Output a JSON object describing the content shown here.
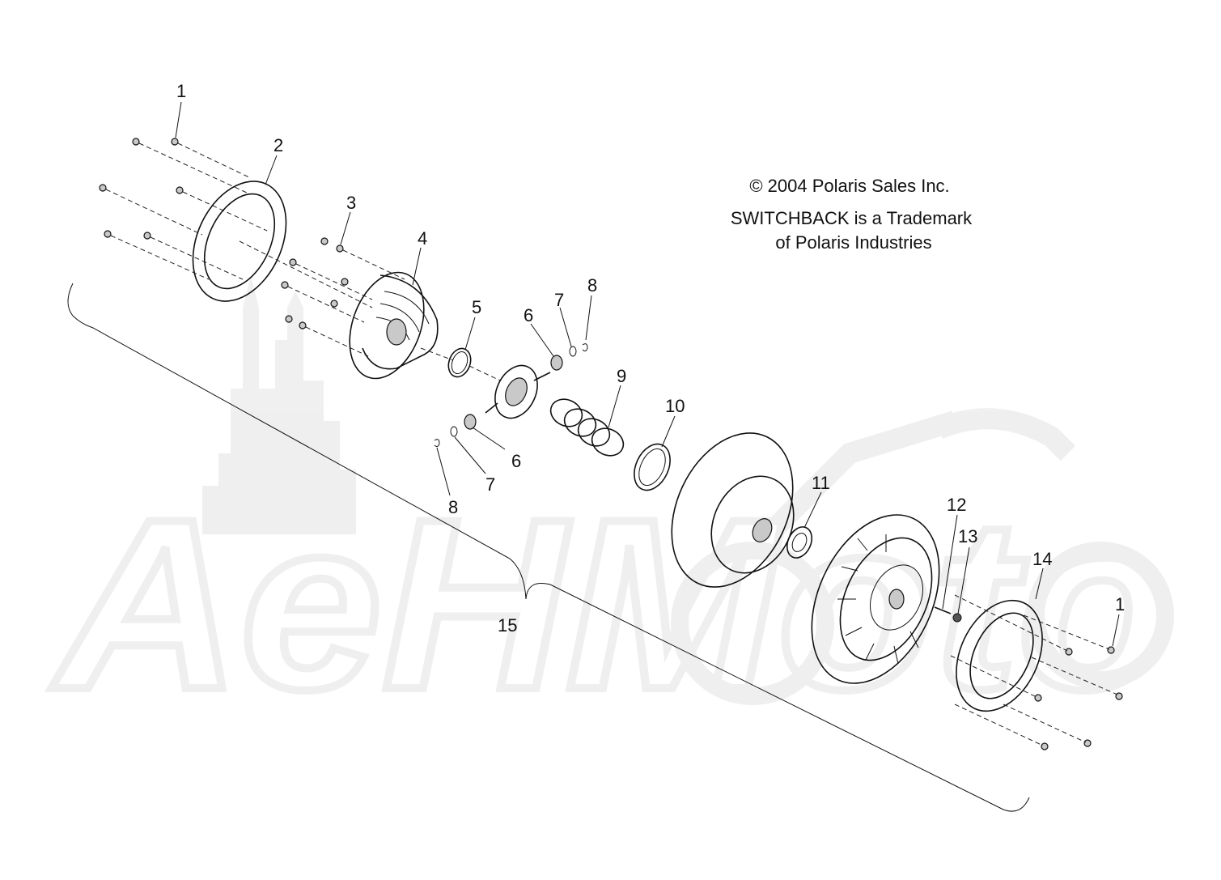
{
  "notice": {
    "copyright": "© 2004 Polaris Sales Inc.",
    "trademark_line1": "SWITCHBACK is a Trademark",
    "trademark_line2": "of Polaris Industries"
  },
  "watermark": {
    "text": "AeHMoto"
  },
  "callouts": [
    {
      "id": "c1a",
      "label": "1"
    },
    {
      "id": "c2",
      "label": "2"
    },
    {
      "id": "c3",
      "label": "3"
    },
    {
      "id": "c4",
      "label": "4"
    },
    {
      "id": "c5",
      "label": "5"
    },
    {
      "id": "c6a",
      "label": "6"
    },
    {
      "id": "c7a",
      "label": "7"
    },
    {
      "id": "c8a",
      "label": "8"
    },
    {
      "id": "c9",
      "label": "9"
    },
    {
      "id": "c10",
      "label": "10"
    },
    {
      "id": "c6b",
      "label": "6"
    },
    {
      "id": "c7b",
      "label": "7"
    },
    {
      "id": "c8b",
      "label": "8"
    },
    {
      "id": "c11",
      "label": "11"
    },
    {
      "id": "c12",
      "label": "12"
    },
    {
      "id": "c13",
      "label": "13"
    },
    {
      "id": "c14",
      "label": "14"
    },
    {
      "id": "c1b",
      "label": "1"
    },
    {
      "id": "c15",
      "label": "15"
    }
  ]
}
